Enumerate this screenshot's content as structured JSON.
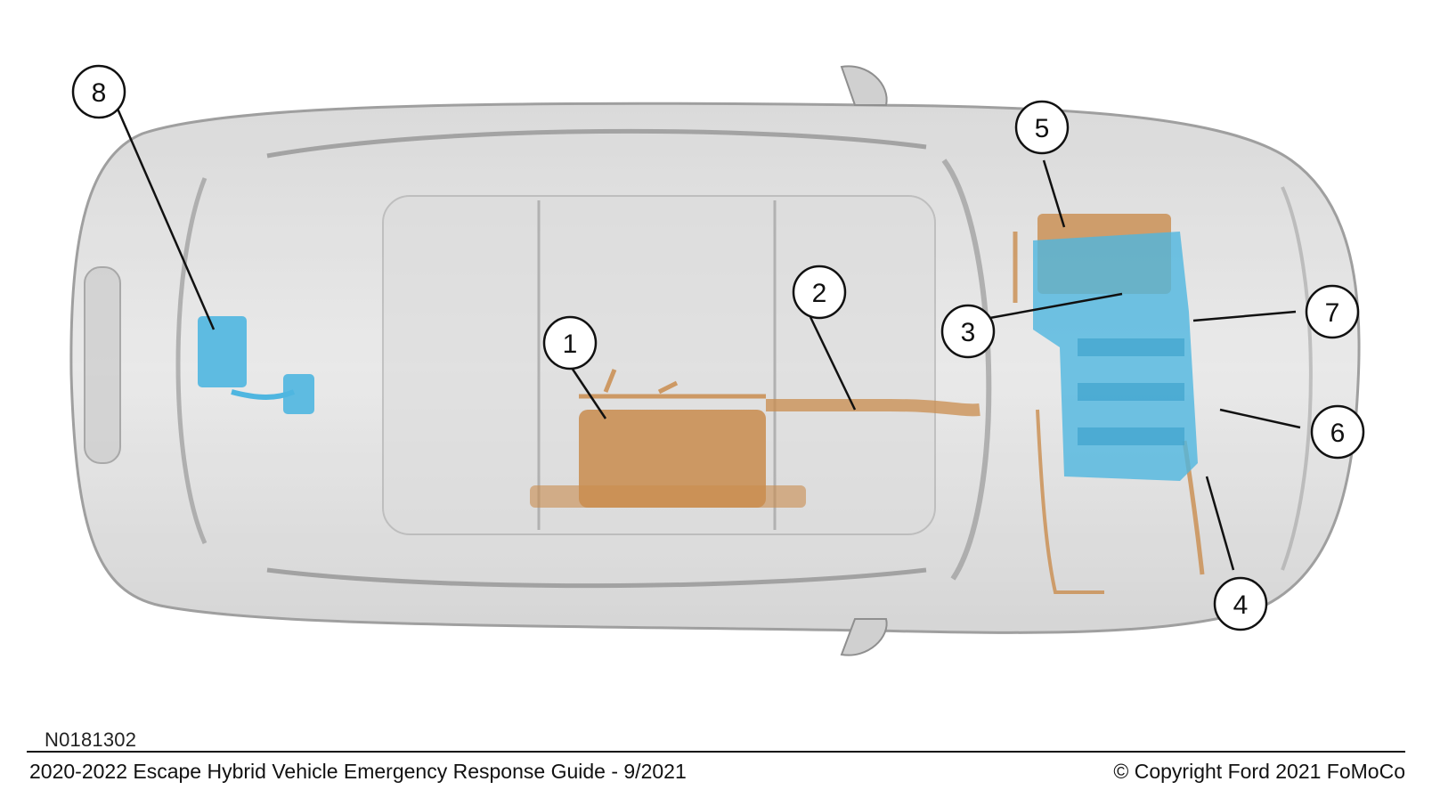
{
  "figure_id": "N0181302",
  "footer": {
    "left": "2020-2022 Escape Hybrid Vehicle Emergency Response Guide - 9/2021",
    "right": "© Copyright Ford 2021 FoMoCo"
  },
  "colors": {
    "high_voltage": "#c98c4e",
    "hv_components": "#4fb6e0",
    "vehicle_body": "#bdbdbd",
    "callout_stroke": "#111111"
  },
  "callouts": [
    {
      "label": "1"
    },
    {
      "label": "2"
    },
    {
      "label": "3"
    },
    {
      "label": "4"
    },
    {
      "label": "5"
    },
    {
      "label": "6"
    },
    {
      "label": "7"
    },
    {
      "label": "8"
    }
  ]
}
